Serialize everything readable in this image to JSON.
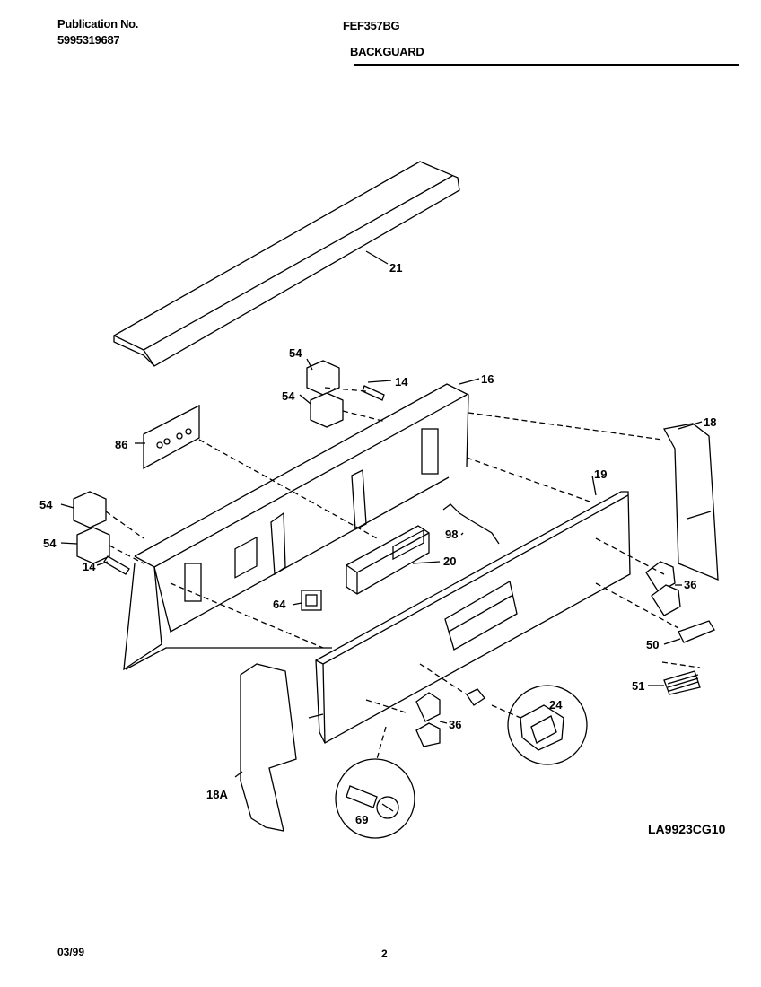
{
  "header": {
    "publication_label": "Publication No.",
    "publication_number": "5995319687",
    "model": "FEF357BG",
    "section": "BACKGUARD"
  },
  "diagram_code": "LA9923CG10",
  "footer": {
    "date": "03/99",
    "page": "2"
  },
  "callouts": {
    "c21": "21",
    "c54a": "54",
    "c14a": "14",
    "c54b": "54",
    "c16": "16",
    "c86": "86",
    "c18": "18",
    "c19": "19",
    "c54c": "54",
    "c98": "98",
    "c54d": "54",
    "c14b": "14",
    "c20": "20",
    "c64": "64",
    "c36a": "36",
    "c50": "50",
    "c24": "24",
    "c51": "51",
    "c36b": "36",
    "c18a": "18A",
    "c69": "69"
  }
}
